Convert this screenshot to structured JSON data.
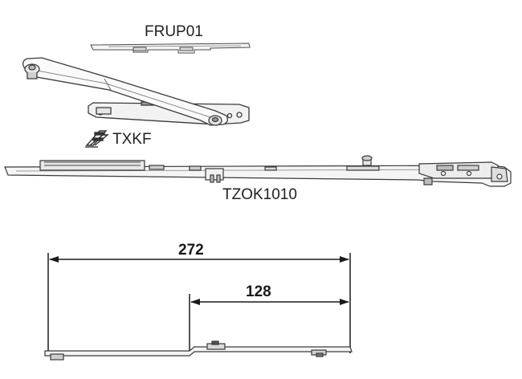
{
  "parts": {
    "top_strip_label": "FRUP01",
    "arm_label": "TXKF",
    "rail_label": "TZOK1010"
  },
  "dimensions": {
    "overall": "272",
    "partial": "128"
  },
  "icons": {
    "arm_marker": "product-symbol-icon"
  },
  "colors": {
    "line": "#3a3a3a",
    "light_fill": "#f4f4f4",
    "mid_fill": "#cfcfcf",
    "dark_fill": "#555555"
  }
}
